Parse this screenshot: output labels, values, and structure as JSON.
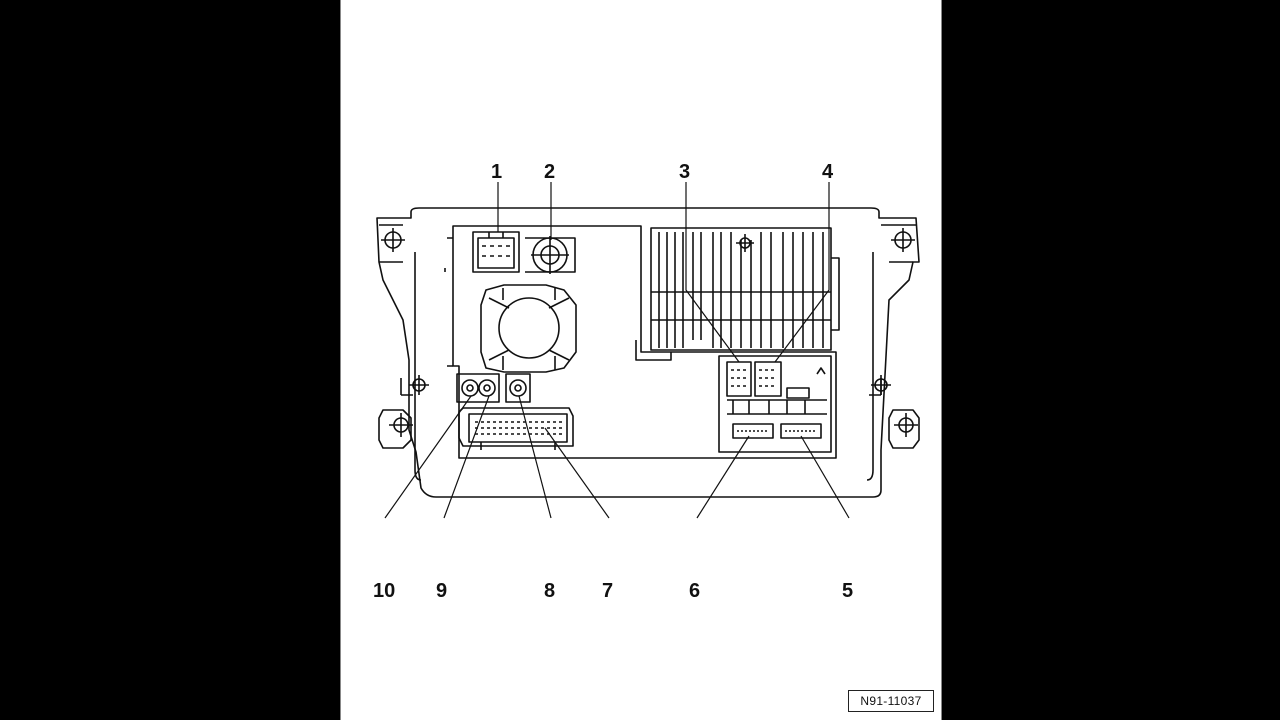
{
  "figure": {
    "reference_code": "N91-11037"
  },
  "callouts": {
    "top": [
      "1",
      "2",
      "3",
      "4"
    ],
    "bottom": [
      "10",
      "9",
      "8",
      "7",
      "6",
      "5"
    ]
  }
}
